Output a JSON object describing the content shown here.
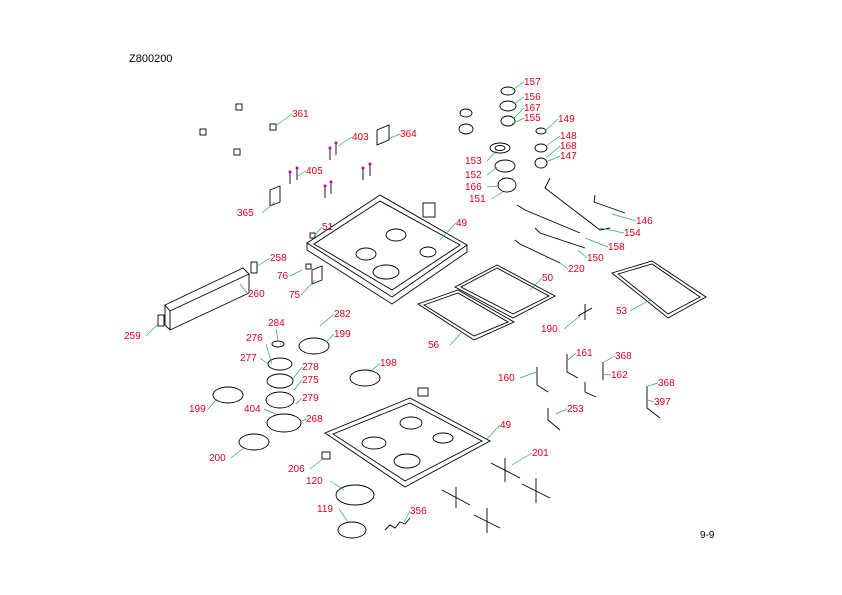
{
  "diagram": {
    "code": "Z800200",
    "page": "9-9",
    "labels": [
      "361",
      "403",
      "364",
      "405",
      "365",
      "51",
      "49",
      "258",
      "76",
      "75",
      "260",
      "259",
      "157",
      "156",
      "167",
      "155",
      "149",
      "148",
      "168",
      "147",
      "153",
      "152",
      "166",
      "151",
      "146",
      "154",
      "158",
      "150",
      "220",
      "50",
      "53",
      "190",
      "56",
      "284",
      "282",
      "199",
      "276",
      "277",
      "278",
      "275",
      "279",
      "404",
      "268",
      "198",
      "199",
      "200",
      "49",
      "206",
      "201",
      "120",
      "119",
      "356",
      "161",
      "368",
      "160",
      "162",
      "368",
      "253",
      "397"
    ]
  },
  "colors": {
    "label": "#e0001a",
    "leader": "#22b14c",
    "line": "#000000",
    "pin": "#c000c0"
  }
}
